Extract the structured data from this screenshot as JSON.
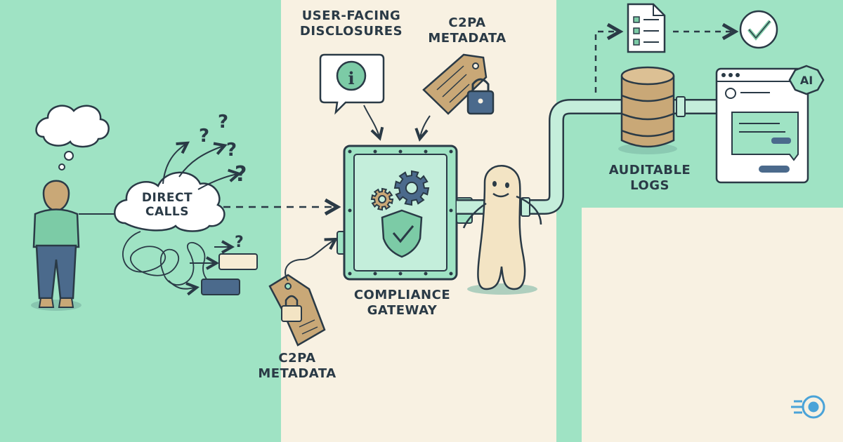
{
  "labels": {
    "direct_calls_line1": "DIRECT",
    "direct_calls_line2": "CALLS",
    "user_facing_line1": "USER-FACING",
    "user_facing_line2": "DISCLOSURES",
    "c2pa_top_line1": "C2PA",
    "c2pa_top_line2": "METADATA",
    "c2pa_bottom_line1": "C2PA",
    "c2pa_bottom_line2": "METADATA",
    "gateway_line1": "COMPLIANCE",
    "gateway_line2": "GATEWAY",
    "logs_line1": "AUDITABLE",
    "logs_line2": "LOGS",
    "ai_badge": "AI",
    "info_glyph": "i",
    "question_mark": "?"
  },
  "icons": {
    "person": "person-icon",
    "thought": "thought-bubble-icon",
    "cloud": "cloud-icon",
    "tangle": "tangled-lines-icon",
    "info_bubble": "info-speech-bubble-icon",
    "tag": "tag-icon",
    "lock": "lock-icon",
    "vault": "vault-icon",
    "gear": "gear-icon",
    "shield": "shield-check-icon",
    "mascot": "mascot-icon",
    "pipe": "pipe-icon",
    "database": "database-icon",
    "checklist": "checklist-document-icon",
    "check_circle": "check-circle-icon",
    "browser": "browser-window-icon",
    "logo": "brand-logo-icon"
  },
  "colors": {
    "mint": "#9fe3c4",
    "cream": "#f8f1e2",
    "ink": "#2a3a46",
    "tan": "#c9a877",
    "navy": "#4b6a8c",
    "green": "#7ccba6"
  }
}
